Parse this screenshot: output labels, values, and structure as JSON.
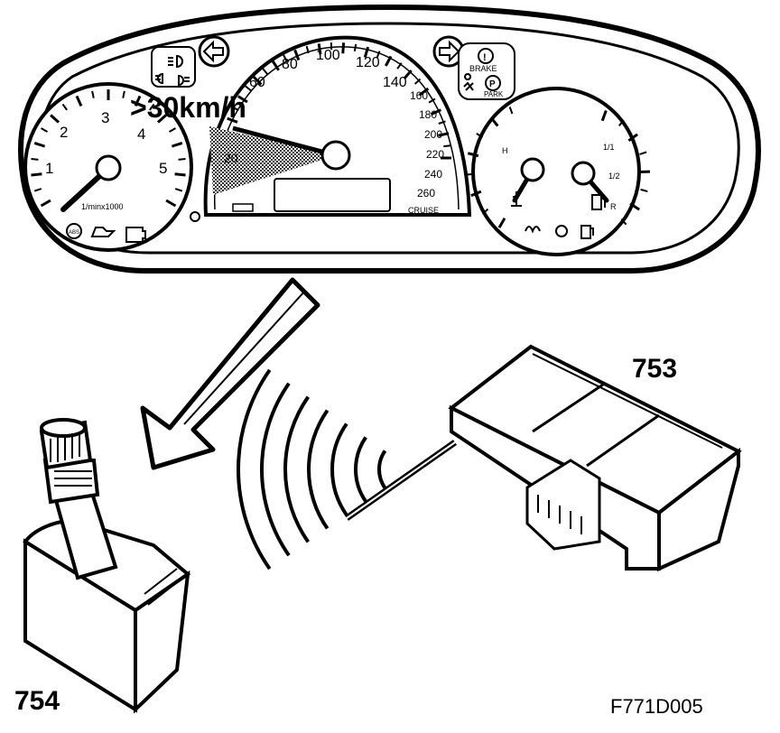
{
  "speed_callout": ">30km/h",
  "labels": {
    "control_module": "753",
    "sensor": "754",
    "figure_code": "F771D005"
  },
  "tachometer": {
    "ticks": [
      "1",
      "2",
      "3",
      "4",
      "5"
    ],
    "unit": "1/minx1000"
  },
  "speedometer": {
    "ticks": [
      "60",
      "80",
      "100",
      "120",
      "140",
      "160",
      "180",
      "200",
      "220",
      "240",
      "260"
    ],
    "cruise": "CRUISE",
    "left_mark": "20"
  },
  "gauges": {
    "temp_high": "H",
    "fuel_full": "1/1",
    "fuel_half": "1/2",
    "fuel_reserve": "R"
  },
  "warning_lights": {
    "brake": "BRAKE",
    "park": "PARK",
    "park_symbol": "P",
    "abs": "ABS",
    "brake_symbol": "!"
  },
  "colors": {
    "line": "#000000",
    "background": "#ffffff",
    "hatch": "#555555"
  }
}
